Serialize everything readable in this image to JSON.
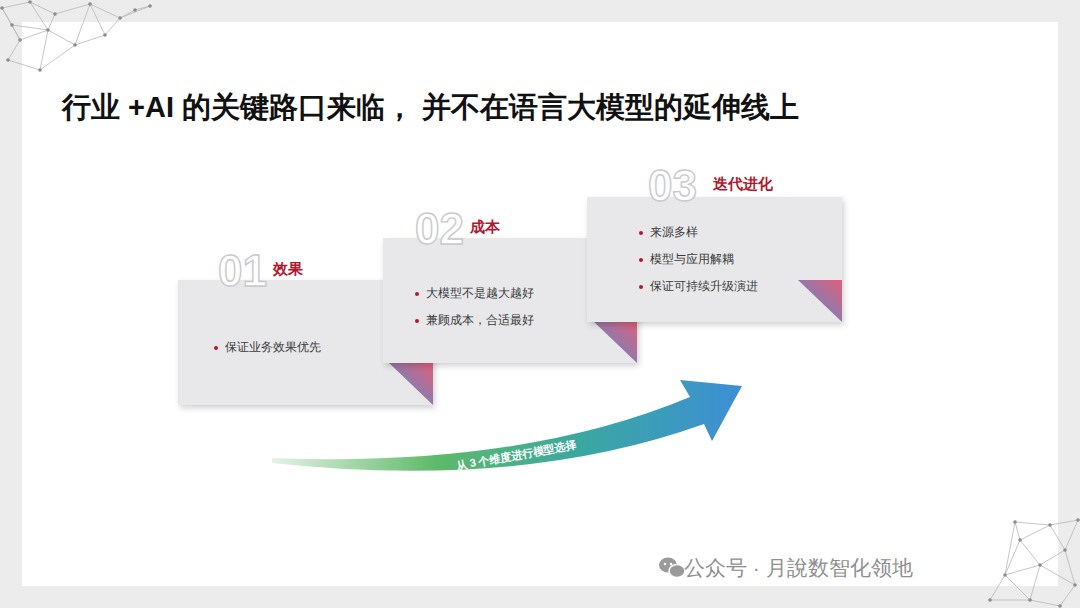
{
  "diagram": {
    "title": "行业 +AI 的关键路口来临， 并不在语言大模型的延伸线上",
    "nodes": [
      {
        "text": [
          "01",
          "效果",
          "保证业务效果优先"
        ]
      },
      {
        "text": [
          "02",
          "成本",
          "大模型不是越大越好",
          "兼顾成本，合适最好"
        ]
      },
      {
        "text": [
          "03",
          "迭代进化",
          "来源多样",
          "模型与应用解耦",
          "保证可持续升级演进"
        ]
      }
    ],
    "labels": [
      "从 3 个维度进行模型选择",
      "公众号 · 月說数智化领地"
    ]
  }
}
